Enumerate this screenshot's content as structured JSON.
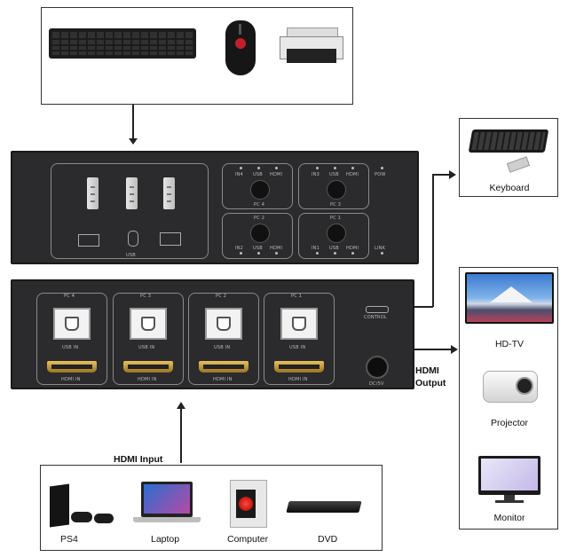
{
  "top_devices": {
    "icons": [
      "keyboard-icon",
      "mouse-icon",
      "printer-icon"
    ]
  },
  "front_panel": {
    "usb_label": "USB",
    "groups": [
      {
        "name": "PC 4",
        "ports": [
          "IN4",
          "USB",
          "HDMI"
        ]
      },
      {
        "name": "PC 3",
        "ports": [
          "IN3",
          "USB",
          "HDMI"
        ]
      },
      {
        "name": "PC 2",
        "ports": [
          "IN2",
          "USB",
          "HDMI"
        ]
      },
      {
        "name": "PC 1",
        "ports": [
          "IN1",
          "USB",
          "HDMI"
        ]
      }
    ],
    "pow_label": "POW",
    "link_label": "LINK"
  },
  "back_panel": {
    "pcs": [
      "PC 4",
      "PC 3",
      "PC 2",
      "PC 1"
    ],
    "usb_in_label": "USB IN",
    "hdmi_in_label": "HDMI IN",
    "control_label": "CONTROL",
    "dc_label": "DC/5V"
  },
  "hdmi_output_label": [
    "HDMI",
    "Output"
  ],
  "hdmi_input_label": "HDMI Input",
  "keyboard_box": {
    "label": "Keyboard"
  },
  "outputs": [
    {
      "label": "HD-TV"
    },
    {
      "label": "Projector"
    },
    {
      "label": "Monitor"
    }
  ],
  "inputs": [
    {
      "label": "PS4"
    },
    {
      "label": "Laptop"
    },
    {
      "label": "Computer"
    },
    {
      "label": "DVD"
    }
  ]
}
